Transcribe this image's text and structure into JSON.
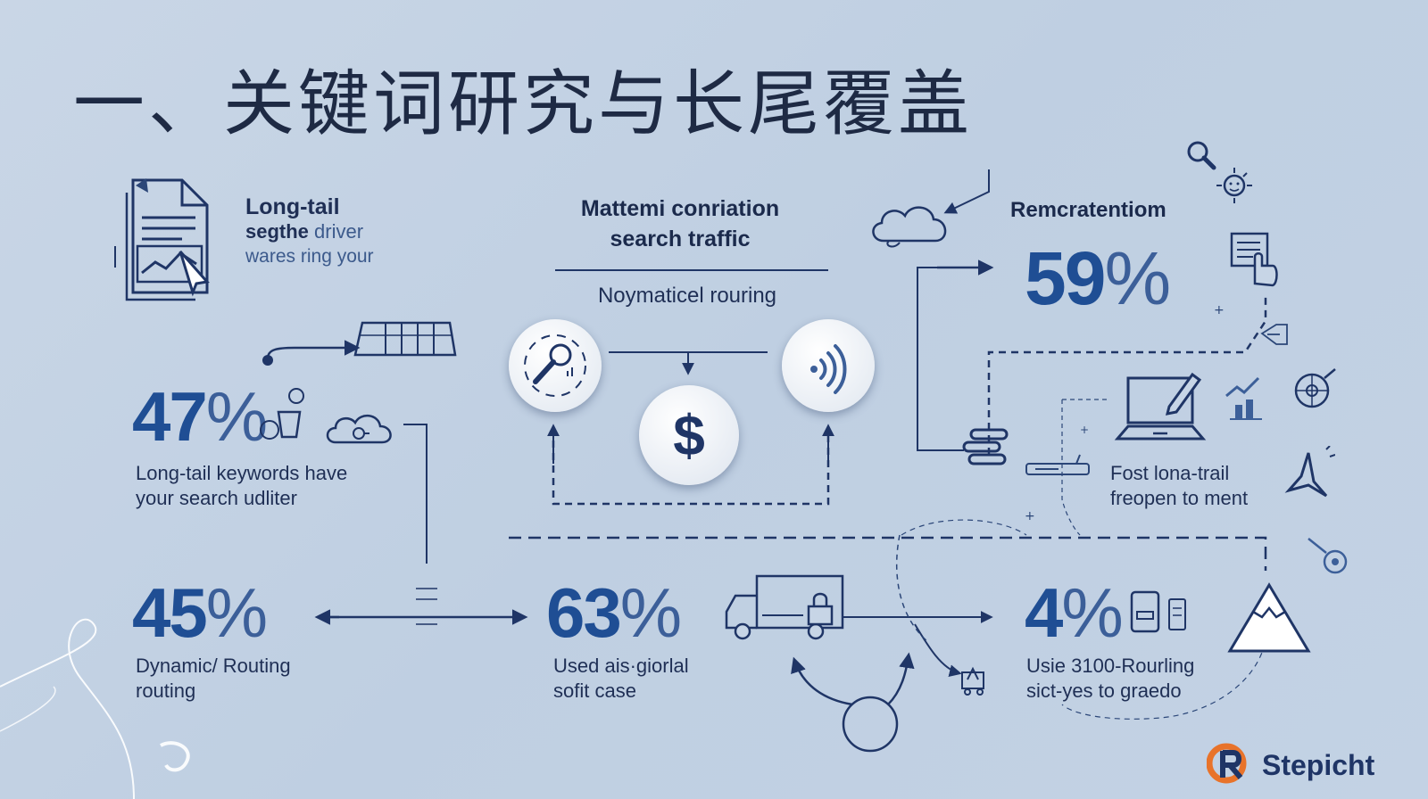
{
  "title": "一、关键词研究与长尾覆盖",
  "block_left": {
    "line1": "Long-tail",
    "line2a": "segthe ",
    "line2b": "driver",
    "line3": "wares ring your"
  },
  "block_center": {
    "title1": "Mattemi conriation",
    "title2": "search traffic",
    "subtitle": "Noymaticel rouring"
  },
  "block_right": {
    "label": "Remcratentiom",
    "value": "59",
    "pct": "%"
  },
  "stat_47": {
    "value": "47",
    "pct": "%",
    "line1": "Long-tail keywords have",
    "line2": "your search udliter"
  },
  "stat_45": {
    "value": "45",
    "pct": "%",
    "line1": "Dynamic/ Routing",
    "line2": "routing"
  },
  "stat_63": {
    "value": "63",
    "pct": "%",
    "line1": "Used ais·giorlal",
    "line2": "sofit case"
  },
  "stat_4": {
    "value": "4",
    "pct": "%",
    "line1": "Usie 3100-Rourling",
    "line2": "sict-yes to graedo"
  },
  "laptop_text": {
    "line1": "Fost lona-trail",
    "line2": "freopen to ment"
  },
  "dollar_symbol": "$",
  "logo": {
    "text": "Stepicht"
  },
  "colors": {
    "accent": "#1f4e94",
    "line": "#1f3566",
    "background": "#c7d5e6",
    "logo_orange": "#e8732a"
  }
}
